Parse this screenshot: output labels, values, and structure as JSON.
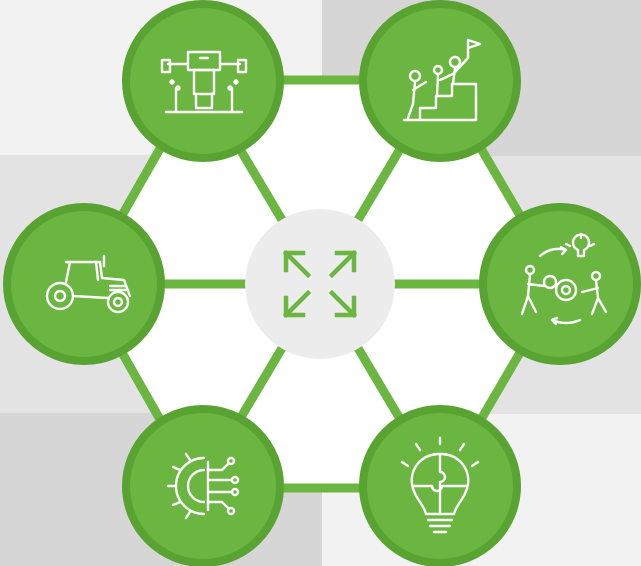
{
  "colors": {
    "green": "#6ab640",
    "green_dark": "#58a332",
    "hub_fill": "#ececec",
    "page_bg": "#ffffff",
    "panel_light": "#f2f2f2",
    "panel_mid": "#e3e3e3",
    "panel_dark": "#d6d6d6",
    "icon_line": "#ffffff"
  },
  "hub": {
    "icon": "expand-arrows-icon"
  },
  "nodes": [
    {
      "id": "top-left",
      "icon": "seed-drill-machine-icon"
    },
    {
      "id": "top-right",
      "icon": "team-climbing-steps-flag-icon"
    },
    {
      "id": "right",
      "icon": "collaboration-gears-idea-icon"
    },
    {
      "id": "bottom-right",
      "icon": "puzzle-lightbulb-icon"
    },
    {
      "id": "bottom-left",
      "icon": "digital-gear-circuit-icon"
    },
    {
      "id": "left",
      "icon": "tractor-icon"
    }
  ]
}
